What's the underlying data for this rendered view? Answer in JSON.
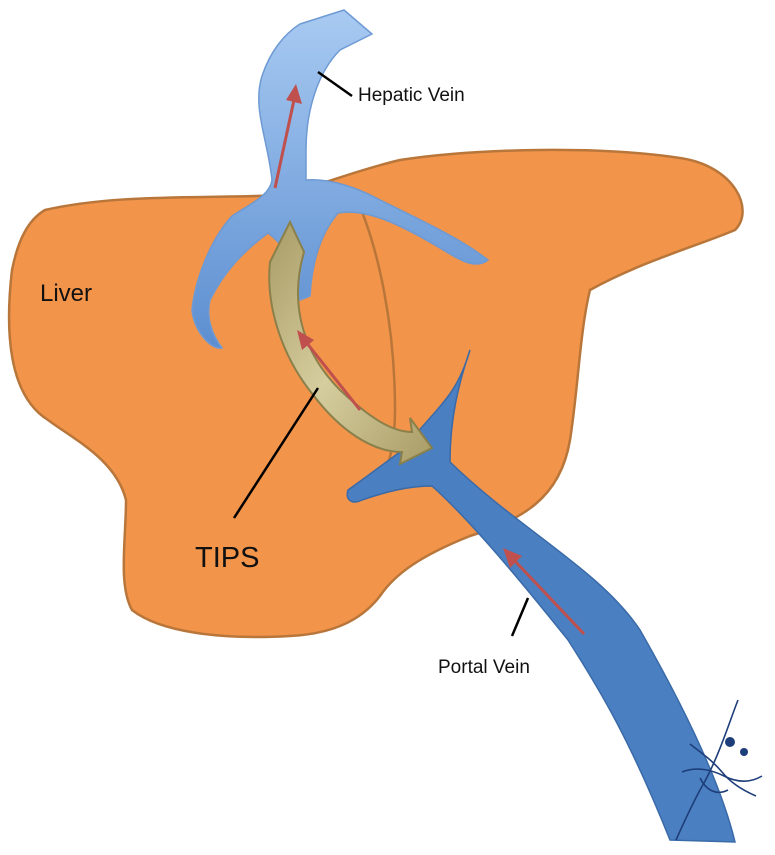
{
  "labels": {
    "liver": "Liver",
    "hepatic_vein": "Hepatic Vein",
    "tips": "TIPS",
    "portal_vein": "Portal Vein"
  },
  "colors": {
    "liver_fill": "#F2944A",
    "liver_outline": "#B9763A",
    "vein_dark": "#4E7FC2",
    "vein_light": "#A8CAF2",
    "portal_vein": "#4A7FC1",
    "stent": "#C9BE8C",
    "flow_arrow": "#C0504D",
    "leader_line": "#000000"
  },
  "icons": {
    "signature": "artist-signature-mark"
  }
}
